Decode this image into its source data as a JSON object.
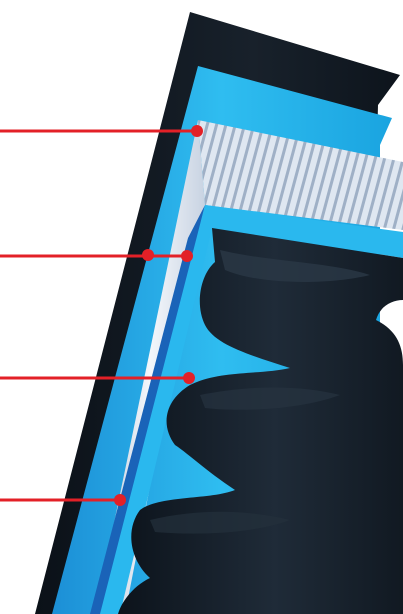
{
  "illustration": {
    "subject": "timing-belt-cross-section",
    "layers": [
      "backing-layer",
      "fabric-layer",
      "tension-cords",
      "fabric-facing",
      "belt-teeth"
    ],
    "callouts": [
      {
        "id": "callout-1",
        "target": "tension-cords"
      },
      {
        "id": "callout-2",
        "target": "fabric-layers"
      },
      {
        "id": "callout-3",
        "target": "tooth-body"
      },
      {
        "id": "callout-4",
        "target": "tooth-root"
      }
    ],
    "colors": {
      "belt_dark": "#111a24",
      "belt_mid": "#1e2a36",
      "fabric_blue": "#27b5ea",
      "fabric_deep": "#1a63b8",
      "cord_white": "#e8eef6",
      "callout_red": "#e32027",
      "background": "#ffffff"
    }
  }
}
